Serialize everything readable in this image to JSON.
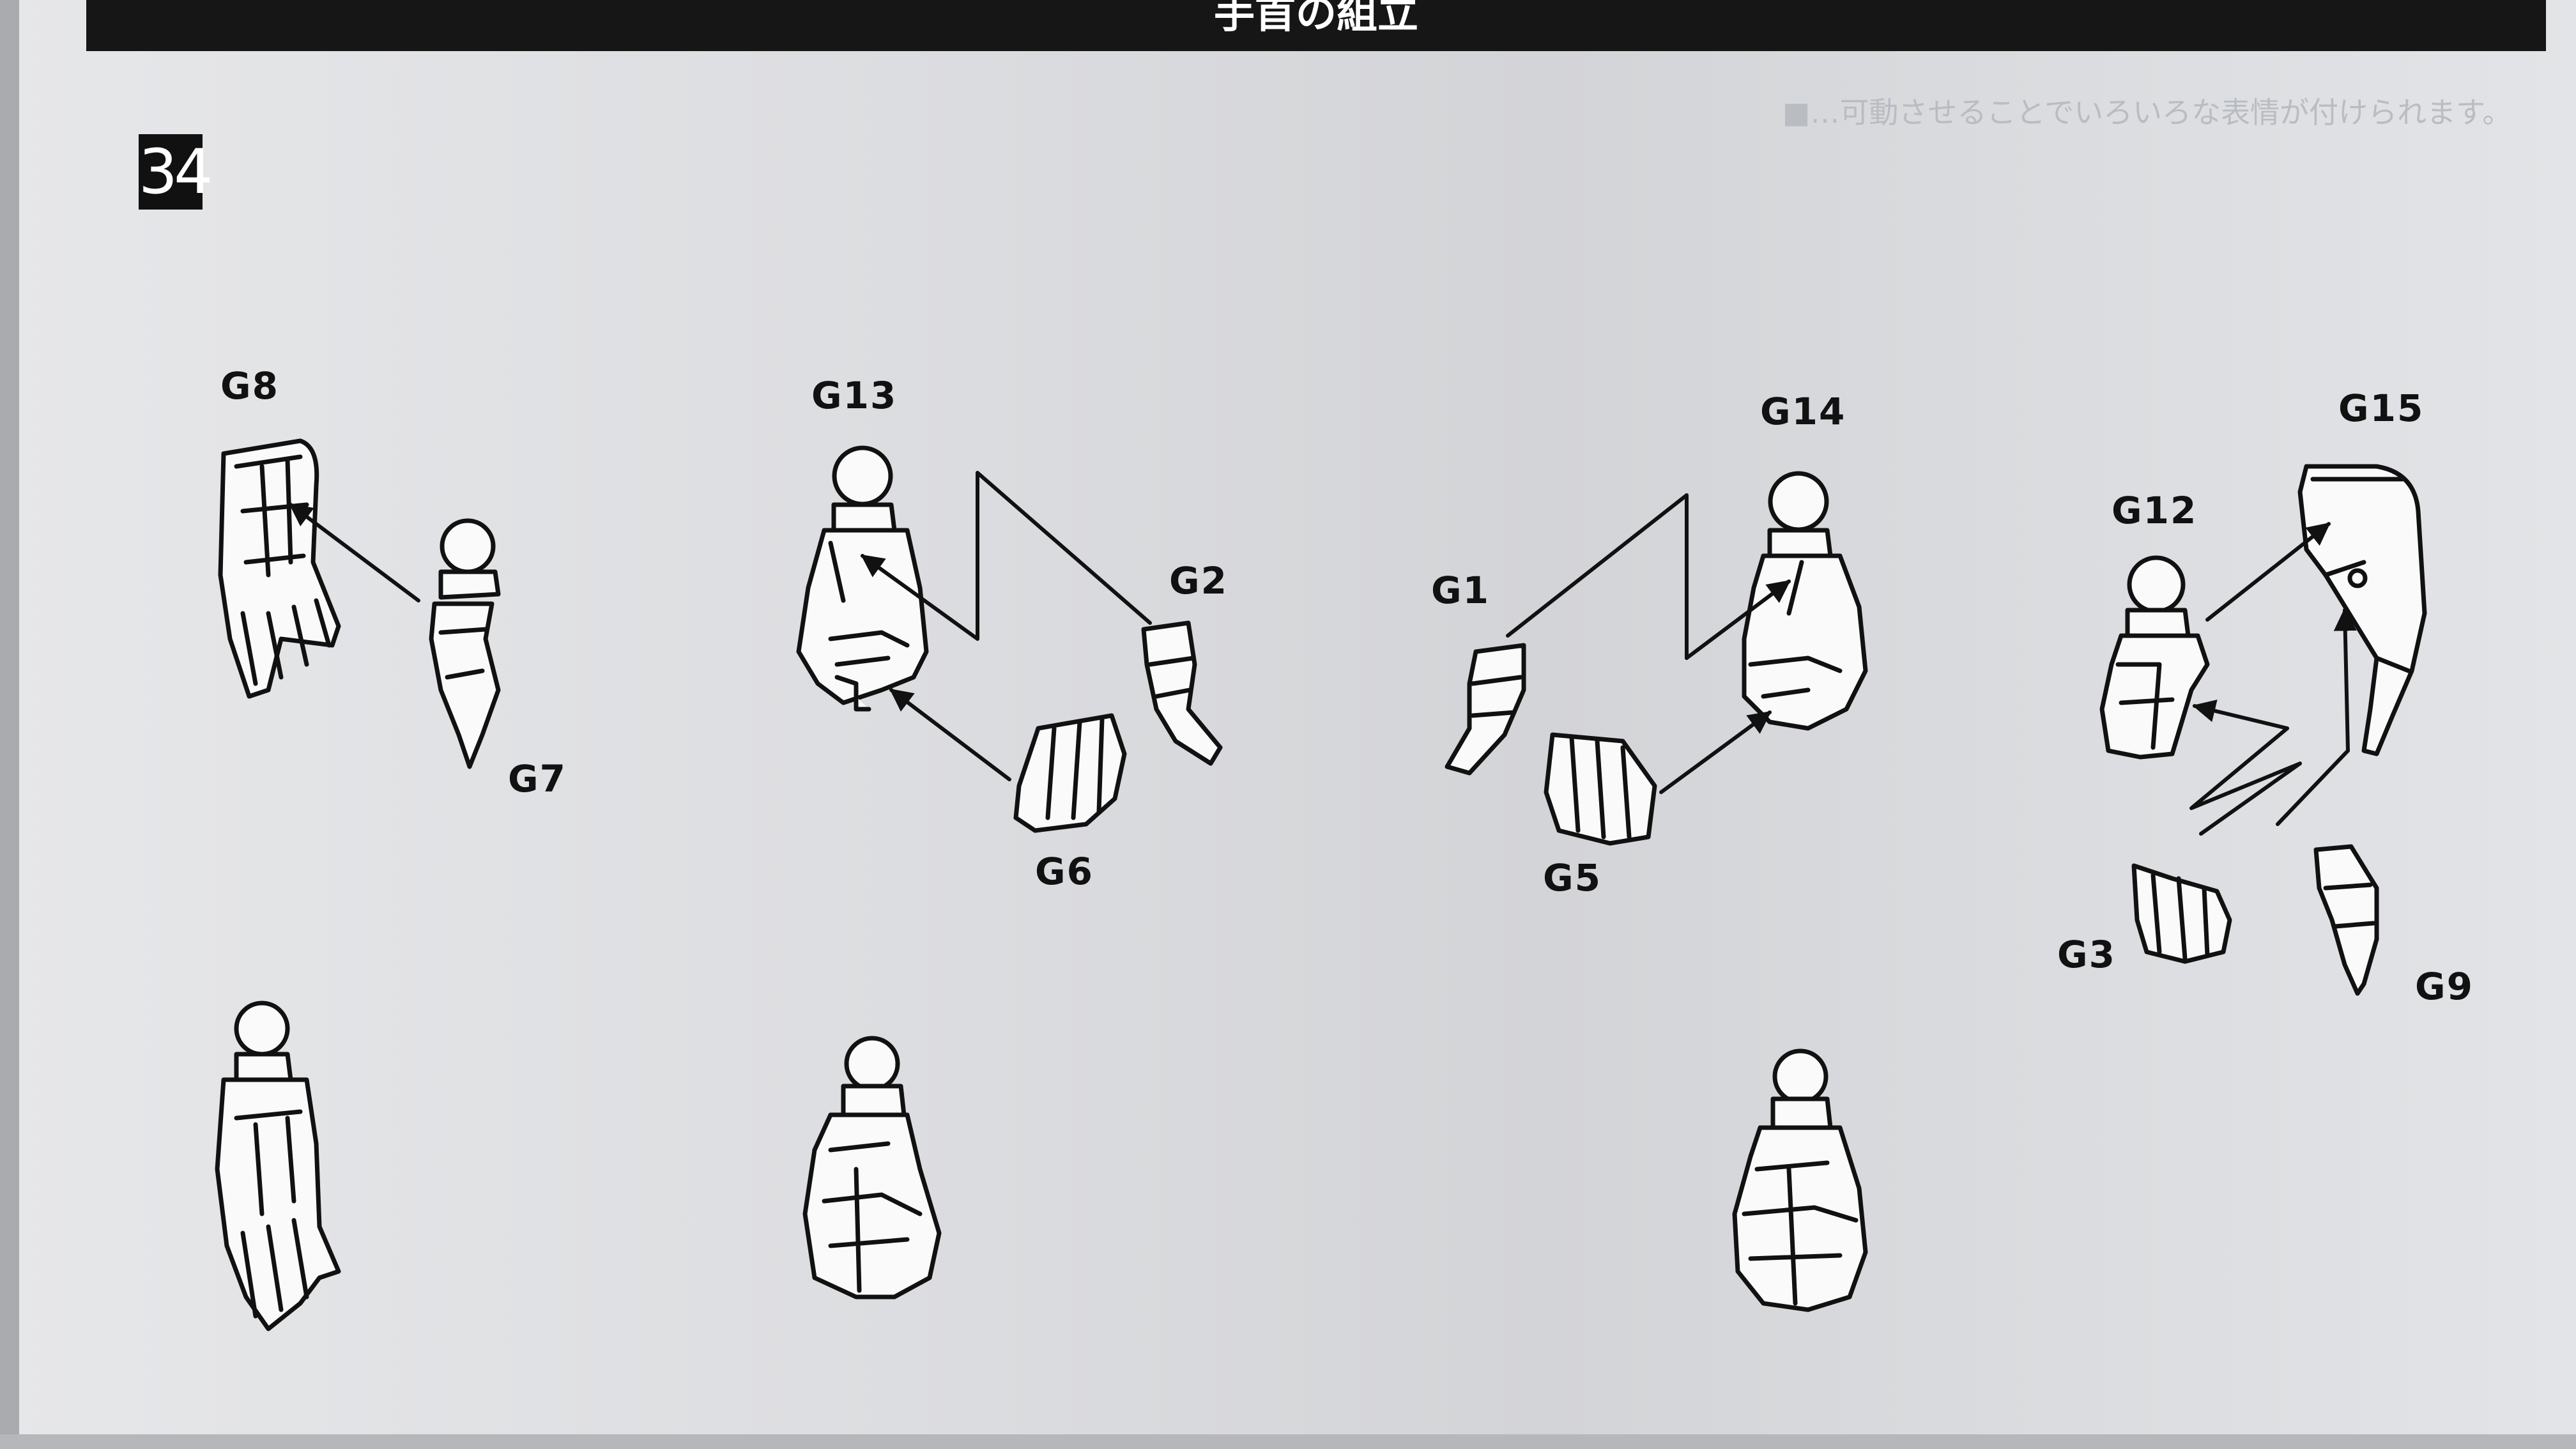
{
  "header": {
    "title": "手首の組立"
  },
  "step": {
    "number": "34"
  },
  "note": "■…可動させることでいろいろな表情が付けられます。",
  "parts": {
    "g8": "G8",
    "g7": "G7",
    "g13": "G13",
    "g2": "G2",
    "g6": "G6",
    "g1": "G1",
    "g14": "G14",
    "g5": "G5",
    "g15": "G15",
    "g12": "G12",
    "g3": "G3",
    "g9": "G9"
  }
}
